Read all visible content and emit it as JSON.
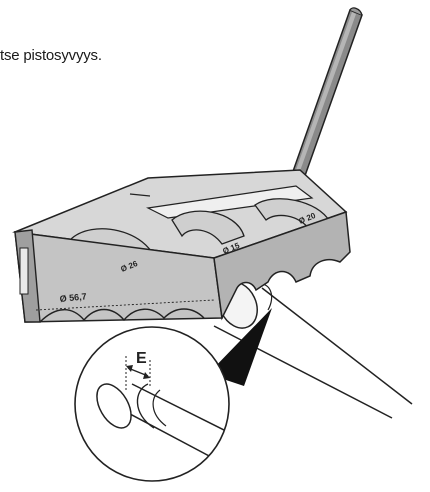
{
  "caption": "tse pistosyvyys.",
  "tool_labels": {
    "size_1": "Ø 56,7",
    "size_2": "Ø 26",
    "size_3": "Ø 15",
    "size_4": "Ø 20"
  },
  "detail_label": "E"
}
